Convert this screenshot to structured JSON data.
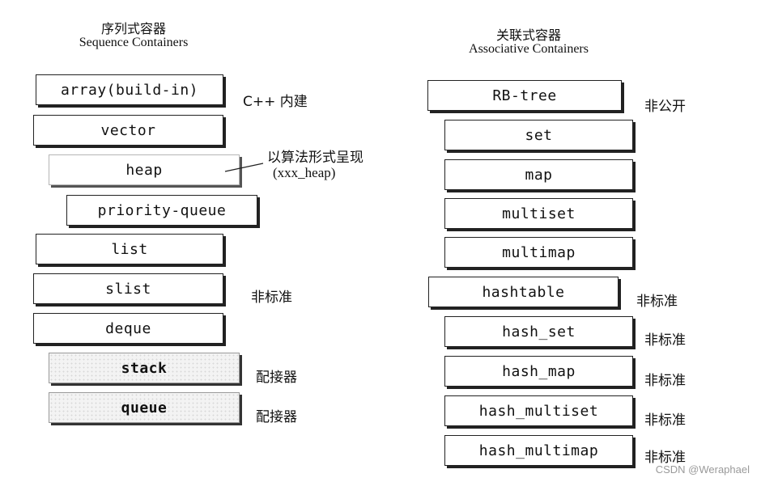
{
  "sequence": {
    "title_cn": "序列式容器",
    "title_en": "Sequence Containers",
    "items": [
      {
        "label": "array(build-in)",
        "note": "C++ 内建"
      },
      {
        "label": "vector",
        "note": ""
      },
      {
        "label": "heap",
        "note": "以算法形式呈现"
      },
      {
        "label": "priority-queue",
        "note": ""
      },
      {
        "label": "list",
        "note": ""
      },
      {
        "label": "slist",
        "note": "非标准"
      },
      {
        "label": "deque",
        "note": ""
      },
      {
        "label": "stack",
        "note": "配接器"
      },
      {
        "label": "queue",
        "note": "配接器"
      }
    ],
    "heap_note_sub": "(xxx_heap)"
  },
  "associative": {
    "title_cn": "关联式容器",
    "title_en": "Associative Containers",
    "items": [
      {
        "label": "RB-tree",
        "note": "非公开"
      },
      {
        "label": "set",
        "note": ""
      },
      {
        "label": "map",
        "note": ""
      },
      {
        "label": "multiset",
        "note": ""
      },
      {
        "label": "multimap",
        "note": ""
      },
      {
        "label": "hashtable",
        "note": "非标准"
      },
      {
        "label": "hash_set",
        "note": "非标准"
      },
      {
        "label": "hash_map",
        "note": "非标准"
      },
      {
        "label": "hash_multiset",
        "note": "非标准"
      },
      {
        "label": "hash_multimap",
        "note": "非标准"
      }
    ]
  },
  "watermark": "CSDN @Weraphael"
}
